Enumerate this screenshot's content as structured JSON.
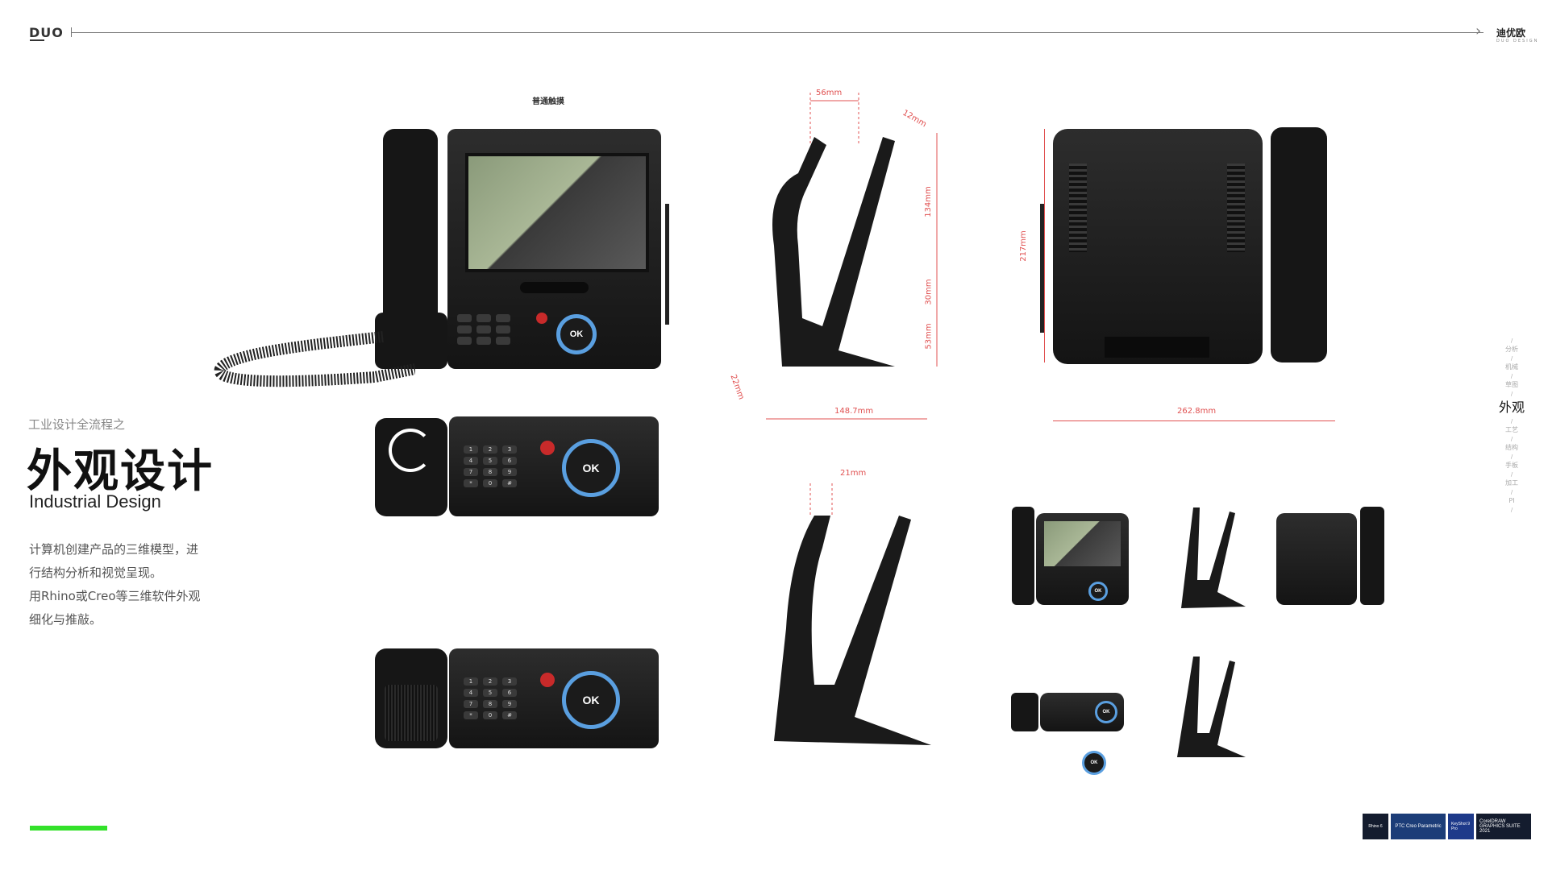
{
  "header": {
    "logo_left": "DUO",
    "logo_right": "迪优欧",
    "logo_right_sub": "DUO DESIGN"
  },
  "left": {
    "subtitle": "工业设计全流程之",
    "title": "外观设计",
    "title_en": "Industrial Design",
    "desc_lines": [
      "计算机创建产品的三维模型，进",
      "行结构分析和视觉呈现。",
      "用Rhino或Creo等三维软件外观",
      "细化与推敲。"
    ]
  },
  "nav": {
    "items": [
      "分析",
      "机械",
      "草图",
      "外观",
      "工艺",
      "结构",
      "手板",
      "加工",
      "PI"
    ],
    "active": "外观"
  },
  "drawings": {
    "label_top": "普通触摸",
    "dims": {
      "d56": "56mm",
      "d12": "12mm",
      "d134": "134mm",
      "d30": "30mm",
      "d53": "53mm",
      "d22": "22mm",
      "d148": "148.7mm",
      "d217": "217mm",
      "d262": "262.8mm",
      "d21": "21mm"
    },
    "ok_label": "OK"
  },
  "software": [
    "Rhino 6",
    "PTC Creo Parametric",
    "KeyShot 9 Pro",
    "CorelDRAW GRAPHICS SUITE 2021"
  ],
  "colors": {
    "accent": "#33e12a",
    "dimension": "#e05050",
    "ok_ring": "#5a9fe0"
  }
}
